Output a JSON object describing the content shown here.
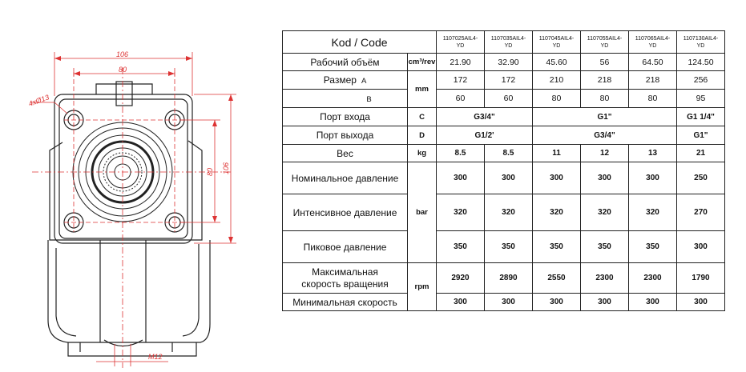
{
  "drawing": {
    "dim_width_outer": "106",
    "dim_width_inner": "80",
    "dim_height_inner": "80",
    "dim_height_outer": "106",
    "dim_holes": "4xØ13",
    "dim_shaft": "M12"
  },
  "table": {
    "header_label": "Kod / Code",
    "codes": [
      [
        "1107025AIL4-",
        "YD"
      ],
      [
        "1107035AIL4-",
        "YD"
      ],
      [
        "1107045AIL4-",
        "YD"
      ],
      [
        "1107055AIL4-",
        "YD"
      ],
      [
        "1107065AIL4-",
        "YD"
      ],
      [
        "1107130AIL4-",
        "YD"
      ]
    ],
    "volume": {
      "label": "Рабочий объём",
      "unit": "cm³/rev",
      "values": [
        "21.90",
        "32.90",
        "45.60",
        "56",
        "64.50",
        "124.50"
      ]
    },
    "size": {
      "label": "Размер",
      "unit": "mm",
      "a_label": "A",
      "a_values": [
        "172",
        "172",
        "210",
        "218",
        "218",
        "256"
      ],
      "b_label": "B",
      "b_values": [
        "60",
        "60",
        "80",
        "80",
        "80",
        "95"
      ]
    },
    "inlet": {
      "label": "Порт входа",
      "unit": "C",
      "values": [
        "G3/4\"",
        "G1\"",
        "G1 1/4\""
      ]
    },
    "outlet": {
      "label": "Порт выхода",
      "unit": "D",
      "values": [
        "G1/2'",
        "G3/4\"",
        "G1\""
      ]
    },
    "weight": {
      "label": "Вес",
      "unit": "kg",
      "values": [
        "8.5",
        "8.5",
        "11",
        "12",
        "13",
        "21"
      ]
    },
    "pressure_unit": "bar",
    "nominal": {
      "label": "Номинальное давление",
      "values": [
        "300",
        "300",
        "300",
        "300",
        "300",
        "250"
      ]
    },
    "intensive": {
      "label": "Интенсивное давление",
      "values": [
        "320",
        "320",
        "320",
        "320",
        "320",
        "270"
      ]
    },
    "peak": {
      "label": "Пиковое давление",
      "values": [
        "350",
        "350",
        "350",
        "350",
        "350",
        "300"
      ]
    },
    "speed_unit": "rpm",
    "max_speed": {
      "label_line1": "Максимальная",
      "label_line2": "скорость вращения",
      "values": [
        "2920",
        "2890",
        "2550",
        "2300",
        "2300",
        "1790"
      ]
    },
    "min_speed": {
      "label": "Минимальная скорость",
      "values": [
        "300",
        "300",
        "300",
        "300",
        "300",
        "300"
      ]
    }
  }
}
